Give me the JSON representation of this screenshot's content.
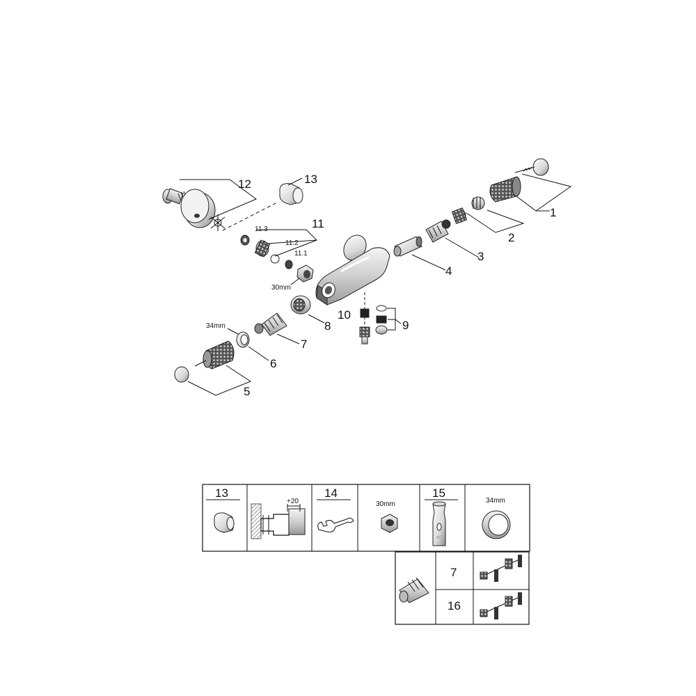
{
  "callouts": {
    "p1": "1",
    "p2": "2",
    "p3": "3",
    "p4": "4",
    "p5": "5",
    "p6": "6",
    "p7": "7",
    "p8": "8",
    "p9": "9",
    "p10": "10",
    "p11": "11",
    "p11_1": "11.1",
    "p11_2": "11.2",
    "p11_3": "11.3",
    "p12": "12",
    "p13": "13"
  },
  "dimensions": {
    "nut_30": "30mm",
    "ring_34": "34mm"
  },
  "accessory_table": {
    "cells": [
      {
        "number": "13"
      },
      {
        "dimension": "+20"
      },
      {
        "number": "14"
      },
      {
        "dimension": "30mm"
      },
      {
        "number": "15"
      },
      {
        "dimension": "34mm"
      }
    ],
    "cartridge_rows": [
      {
        "number": "7"
      },
      {
        "number": "16"
      }
    ]
  },
  "icons": [
    "thermometer-icon",
    "spanner-icon",
    "cartridge-icon",
    "nut-icon",
    "ring-icon",
    "sleeve-icon",
    "extension-icon"
  ]
}
